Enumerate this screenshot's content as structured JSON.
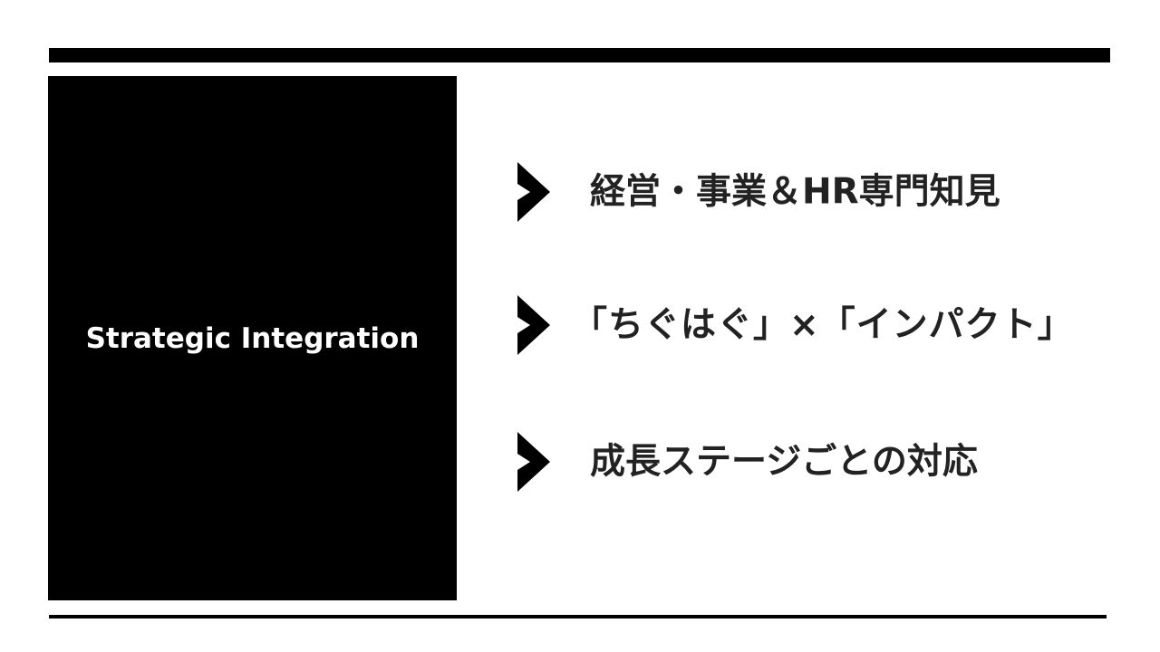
{
  "slide": {
    "panel_title": "Strategic Integration",
    "points": [
      {
        "text": "経営・事業＆HR専門知見",
        "icon": "chevron-right-icon"
      },
      {
        "text": "「ちぐはぐ」×「インパクト」",
        "icon": "chevron-right-icon"
      },
      {
        "text": "成長ステージごとの対応",
        "icon": "chevron-right-icon"
      }
    ]
  },
  "colors": {
    "background": "#ffffff",
    "panel": "#000000",
    "rule": "#000000",
    "text": "#222222",
    "panel_text": "#ffffff"
  }
}
